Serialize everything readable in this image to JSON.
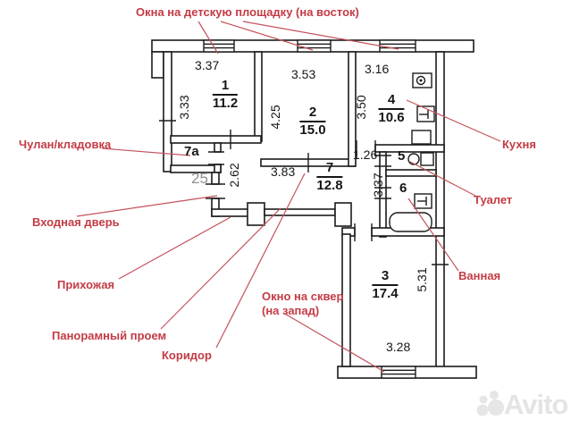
{
  "annotations": {
    "top": "Окна на детскую площадку (на восток)",
    "closet": "Чулан/кладовка",
    "entrance_door": "Входная дверь",
    "hallway": "Прихожая",
    "panoramic": "Панорамный проем",
    "corridor": "Коридор",
    "window_park_line1": "Окно на сквер",
    "window_park_line2": "(на запад)",
    "kitchen": "Кухня",
    "toilet": "Туалет",
    "bathroom": "Ванная"
  },
  "rooms": {
    "r1": {
      "number": "1",
      "area": "11.2"
    },
    "r2": {
      "number": "2",
      "area": "15.0"
    },
    "r3": {
      "number": "3",
      "area": "17.4"
    },
    "r4": {
      "number": "4",
      "area": "10.6"
    },
    "r5": {
      "number": "5"
    },
    "r6": {
      "number": "6"
    },
    "r7": {
      "number": "7",
      "area": "12.8"
    },
    "r7a": {
      "number": "7a"
    }
  },
  "dimensions": {
    "room1_width": "3.37",
    "room1_depth": "3.33",
    "room2_width": "3.53",
    "room2_depth": "4.25",
    "room4_width": "3.16",
    "room4_depth": "3.50",
    "hall_depth": "2.62",
    "corridor_width": "3.83",
    "passage_width": "1.26",
    "bath_depth": "3.37",
    "room3_depth": "5.31",
    "room3_width": "3.28"
  },
  "misc": {
    "unit_number": "25",
    "watermark": "Avito"
  },
  "colors": {
    "annotation_red": "#c43b44",
    "wall_black": "#1b1b1b",
    "gray_number": "#8f8f8f",
    "watermark_gray": "#e4e4e4"
  }
}
